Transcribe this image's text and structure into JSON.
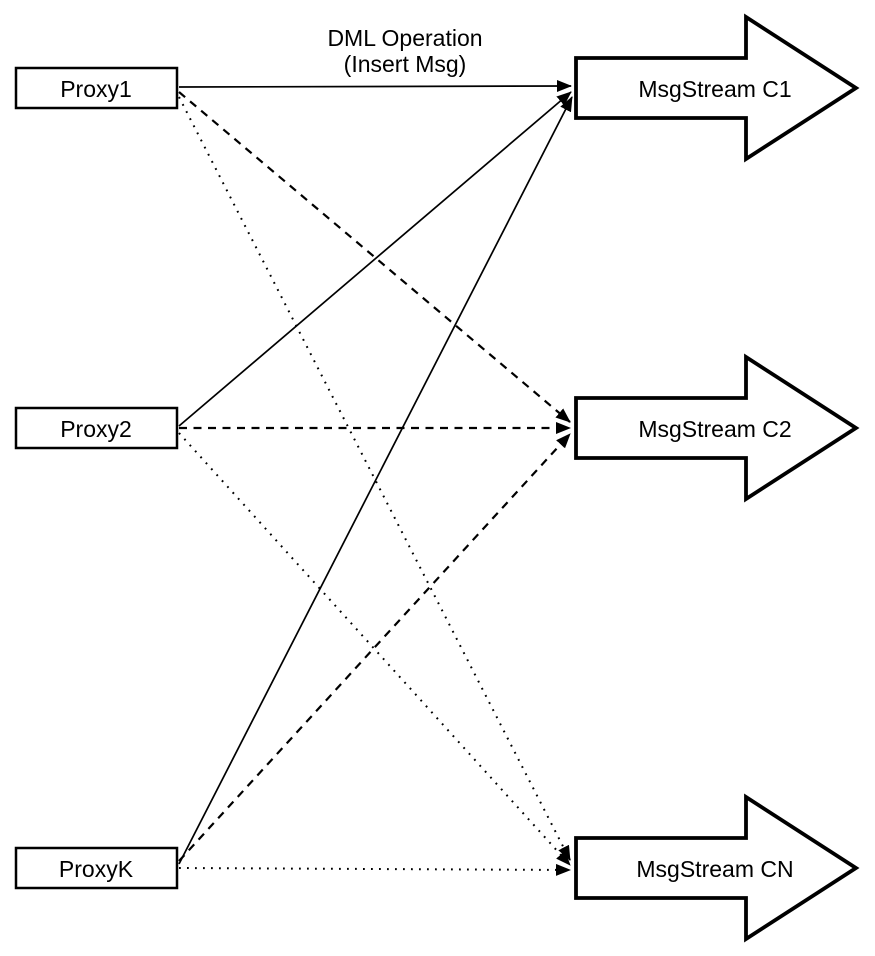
{
  "diagram": {
    "annotation": {
      "line1": "DML Operation",
      "line2": "(Insert Msg)"
    },
    "proxies": [
      {
        "label": "Proxy1"
      },
      {
        "label": "Proxy2"
      },
      {
        "label": "ProxyK"
      }
    ],
    "streams": [
      {
        "label": "MsgStream C1"
      },
      {
        "label": "MsgStream C2"
      },
      {
        "label": "MsgStream CN"
      }
    ],
    "connections": [
      {
        "from": "Proxy1",
        "to": "MsgStream C1",
        "style": "solid",
        "label": "DML Operation (Insert Msg)"
      },
      {
        "from": "Proxy2",
        "to": "MsgStream C1",
        "style": "solid"
      },
      {
        "from": "ProxyK",
        "to": "MsgStream C1",
        "style": "solid"
      },
      {
        "from": "Proxy1",
        "to": "MsgStream C2",
        "style": "dashed"
      },
      {
        "from": "Proxy2",
        "to": "MsgStream C2",
        "style": "dashed"
      },
      {
        "from": "ProxyK",
        "to": "MsgStream C2",
        "style": "dashed"
      },
      {
        "from": "Proxy1",
        "to": "MsgStream CN",
        "style": "dotted"
      },
      {
        "from": "Proxy2",
        "to": "MsgStream CN",
        "style": "dotted"
      },
      {
        "from": "ProxyK",
        "to": "MsgStream CN",
        "style": "dotted"
      }
    ],
    "colors": {
      "stroke": "#000000",
      "fill": "#ffffff",
      "background": "#ffffff"
    }
  }
}
